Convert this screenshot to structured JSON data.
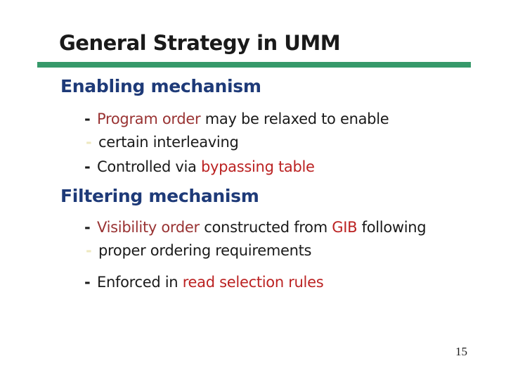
{
  "slide": {
    "title": "General Strategy in UMM",
    "page_number": "15"
  },
  "colors": {
    "title_black": "#1a1a1a",
    "body_black": "#1a1a1a",
    "heading_blue": "#1e3a78",
    "divider_green": "#36996a",
    "dark_red": "#993333",
    "bright_red": "#bb2222",
    "faint_yellow": "#eee9c0"
  },
  "sections": [
    {
      "heading": "Enabling mechanism",
      "bullets": [
        {
          "dash": "-",
          "segments": [
            {
              "text": "Program order",
              "color": "dark_red"
            },
            {
              "text": " may be relaxed to enable",
              "color": "body_black"
            }
          ]
        },
        {
          "dash": "-",
          "segments": [
            {
              "text": "certain interleaving",
              "color": "body_black"
            }
          ]
        },
        {
          "dash": "-",
          "segments": [
            {
              "text": "Controlled via ",
              "color": "body_black"
            },
            {
              "text": "bypassing table",
              "color": "bright_red"
            }
          ]
        }
      ]
    },
    {
      "heading": "Filtering mechanism",
      "bullets": [
        {
          "dash": "-",
          "segments": [
            {
              "text": "Visibility order",
              "color": "dark_red"
            },
            {
              "text": " constructed from ",
              "color": "body_black"
            },
            {
              "text": "GIB",
              "color": "bright_red"
            },
            {
              "text": " following",
              "color": "body_black"
            }
          ]
        },
        {
          "dash": "-",
          "segments": [
            {
              "text": "proper ordering requirements",
              "color": "body_black"
            }
          ]
        },
        {
          "dash": "-",
          "segments": [
            {
              "text": "Enforced in ",
              "color": "body_black"
            },
            {
              "text": "read selection rules",
              "color": "bright_red"
            }
          ]
        }
      ]
    }
  ]
}
